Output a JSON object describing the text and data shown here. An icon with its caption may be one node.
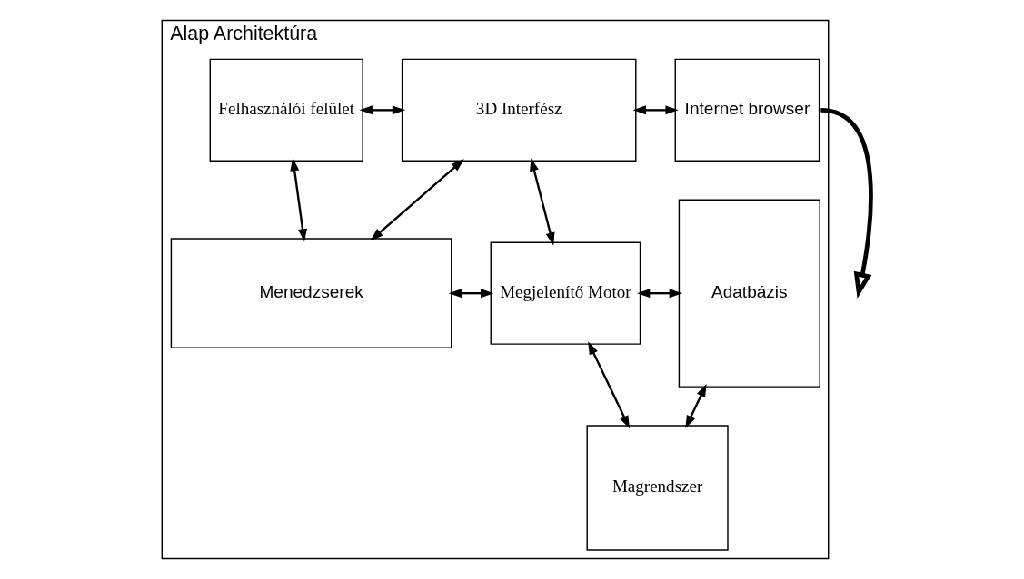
{
  "diagram": {
    "nodes": [
      {
        "text": [
          "Alap Architektúra"
        ]
      },
      {
        "text": [
          "Felhasználói felület"
        ],
        "in": 0
      },
      {
        "text": [
          "3D Interfész"
        ],
        "in": 0
      },
      {
        "text": [
          "Internet browser"
        ],
        "in": 0
      },
      {
        "text": [
          "Menedzserek"
        ],
        "in": 0
      },
      {
        "text": [
          "Megjelenítő Motor"
        ],
        "in": 0
      },
      {
        "text": [
          "Adatbázis"
        ],
        "in": 0
      },
      {
        "text": [
          "Magrendszer"
        ],
        "in": 0
      }
    ],
    "edges": [
      {
        "from": 1,
        "to": 2,
        "arrow": "both"
      },
      {
        "from": 2,
        "to": 3,
        "arrow": "both"
      },
      {
        "from": 1,
        "to": 4,
        "arrow": "both"
      },
      {
        "from": 2,
        "to": 4,
        "arrow": "both"
      },
      {
        "from": 2,
        "to": 5,
        "arrow": "both"
      },
      {
        "from": 4,
        "to": 5,
        "arrow": "both"
      },
      {
        "from": 5,
        "to": 6,
        "arrow": "both"
      },
      {
        "from": 5,
        "to": 7,
        "arrow": "both"
      },
      {
        "from": 7,
        "to": 6,
        "arrow": "both"
      },
      {
        "from": 3,
        "to": null,
        "arrow": "to",
        "style": "thick"
      }
    ]
  }
}
